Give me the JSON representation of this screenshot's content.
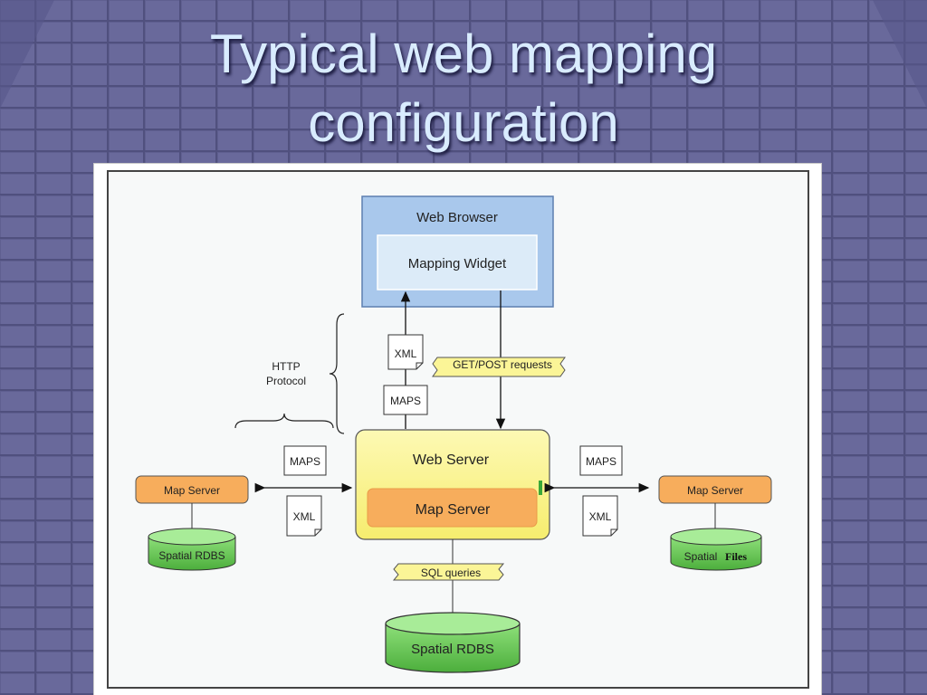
{
  "slide": {
    "title_line1": "Typical web mapping",
    "title_line2": "configuration"
  },
  "diagram": {
    "web_browser": "Web Browser",
    "mapping_widget": "Mapping Widget",
    "xml_doc_top": "XML",
    "maps_doc_top": "MAPS",
    "get_post": "GET/POST requests",
    "http_protocol_line1": "HTTP",
    "http_protocol_line2": "Protocol",
    "web_server": "Web Server",
    "map_server_center": "Map Server",
    "maps_left": "MAPS",
    "xml_left": "XML",
    "maps_right": "MAPS",
    "xml_right": "XML",
    "map_server_left": "Map Server",
    "map_server_right": "Map Server",
    "spatial_rdbs_left": "Spatial RDBS",
    "spatial_right_word": "Spatial",
    "files_right_word": "Files",
    "sql_queries": "SQL queries",
    "spatial_rdbs_bottom": "Spatial RDBS"
  },
  "colors": {
    "slide_background": "#5e5e8e",
    "title_text": "#d9ecff",
    "browser_fill": "#a9c8ec",
    "widget_fill": "#dcebf8",
    "webserver_fill": "#fbf597",
    "mapserver_fill": "#f7ad5c",
    "database_fill": "#6fcf5f"
  }
}
